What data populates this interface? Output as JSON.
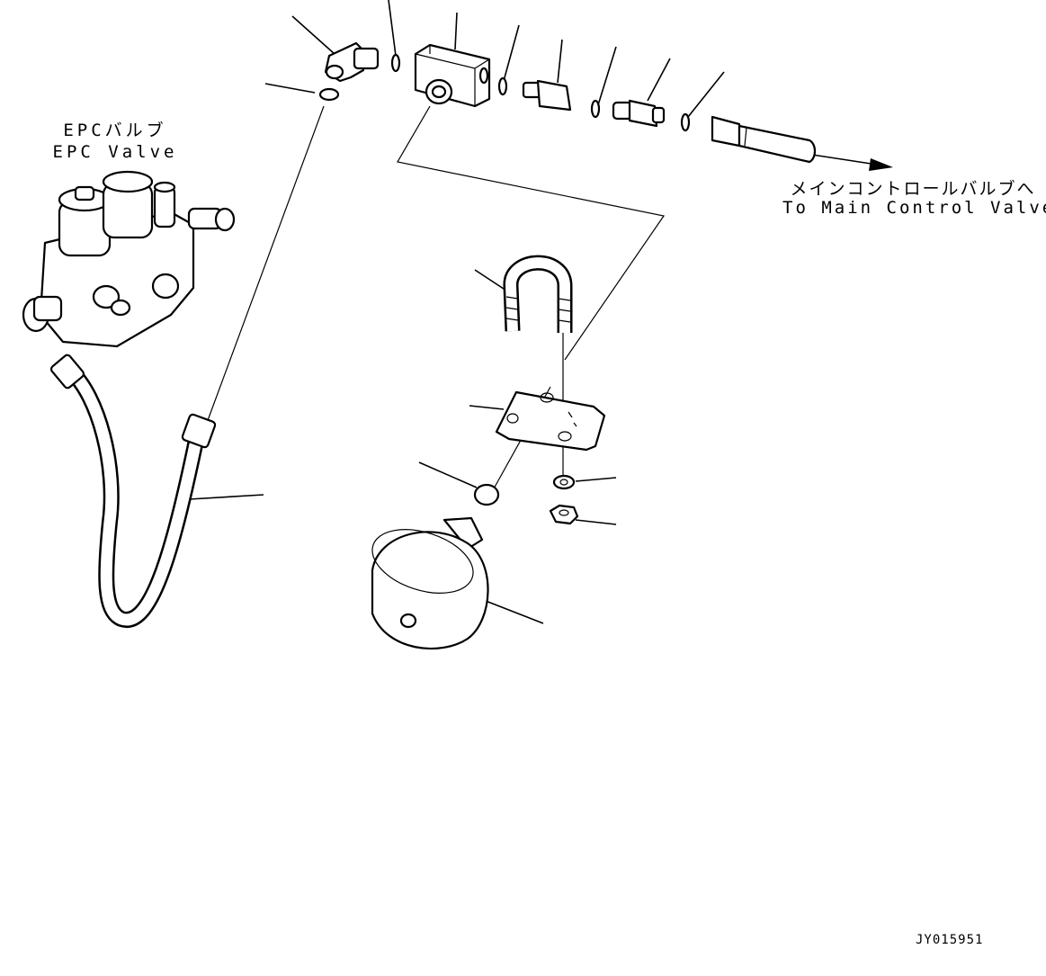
{
  "labels": {
    "epc_jp": "EPCバルブ",
    "epc_en": "EPC Valve",
    "mcv_jp": "メインコントロールバルブへ",
    "mcv_en": "To Main Control Valve"
  },
  "drawing_code": "JY015951",
  "colors": {
    "line": "#000000",
    "background": "#ffffff"
  }
}
